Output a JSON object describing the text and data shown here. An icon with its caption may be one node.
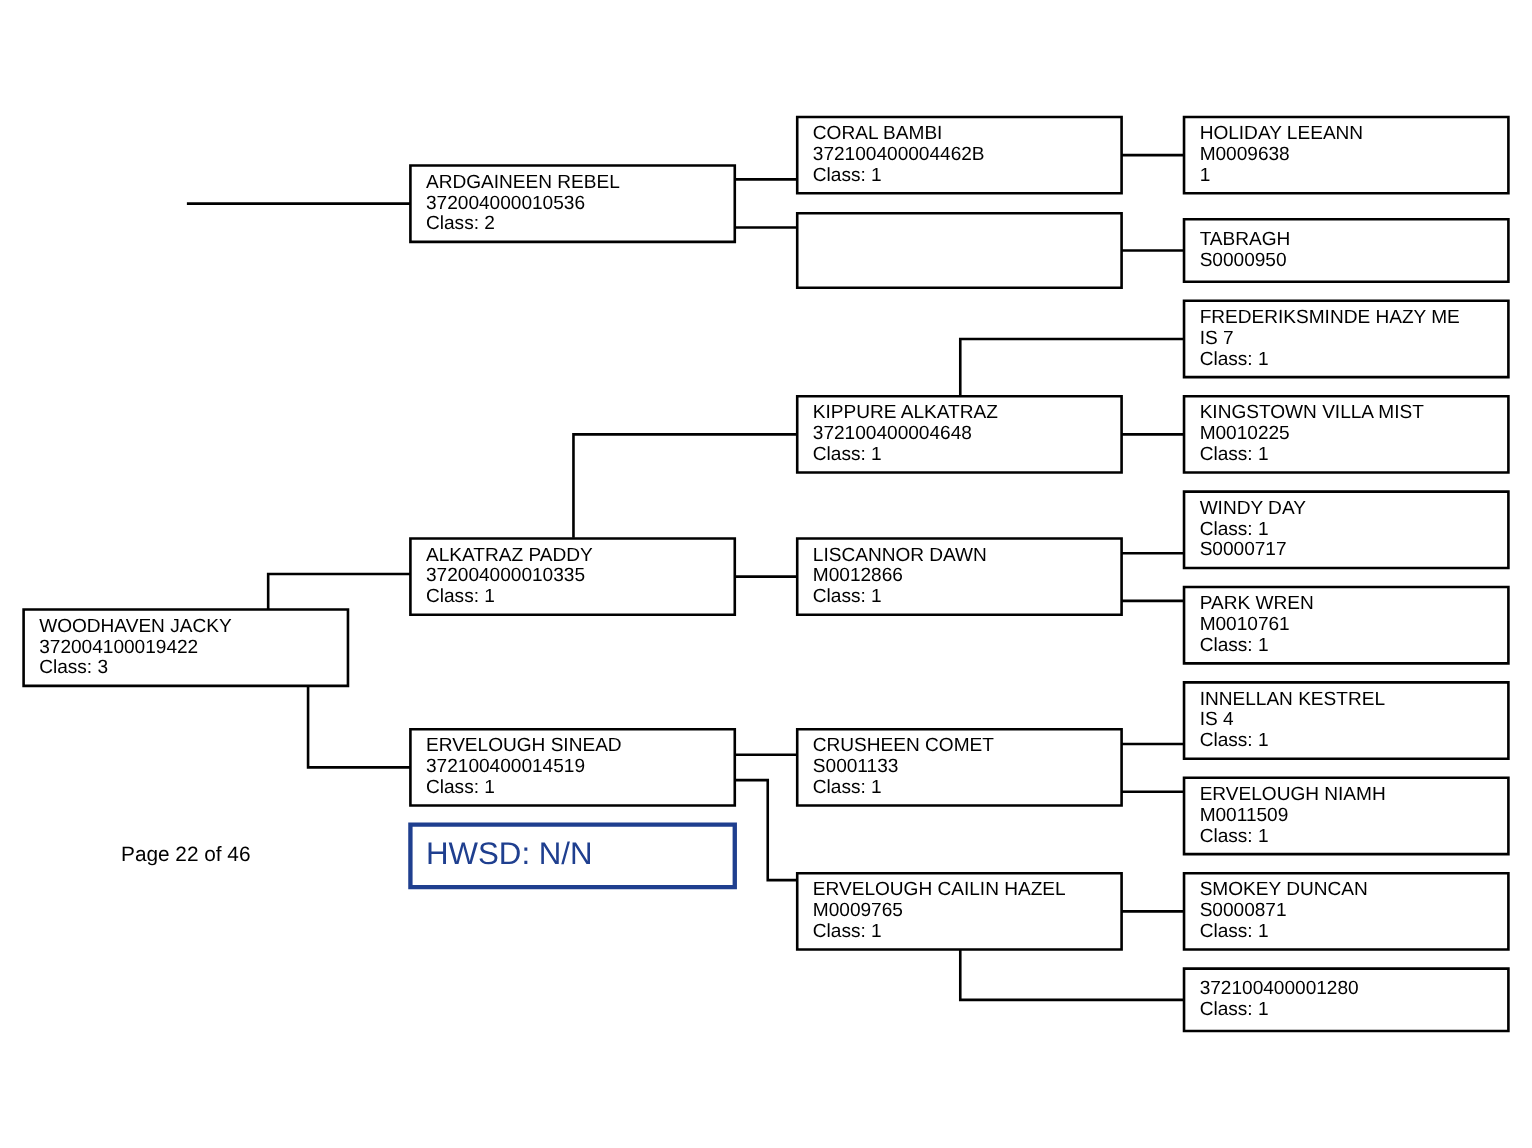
{
  "diagram": {
    "nodes": [
      {
        "text": [
          "HWSD: N/N"
        ]
      },
      {
        "text": [
          "WOODHAVEN JACKY",
          "372004100019422",
          "Class: 3"
        ]
      },
      {
        "text": [
          "ALKATRAZ PADDY",
          "372004000010335",
          "Class: 1"
        ]
      },
      {
        "text": [
          "KIPPURE ALKATRAZ",
          "372100400004648",
          "Class: 1"
        ]
      },
      {
        "text": [
          "FREDERIKSMINDE HAZY ME",
          "IS 7",
          "Class: 1"
        ]
      },
      {
        "text": [
          "KINGSTOWN VILLA MIST",
          "M0010225",
          "Class: 1"
        ]
      },
      {
        "text": [
          "LISCANNOR DAWN",
          "M0012866",
          "Class: 1"
        ]
      },
      {
        "text": [
          "WINDY DAY",
          "Class: 1",
          "S0000717"
        ]
      },
      {
        "text": [
          "PARK WREN",
          "M0010761",
          "Class: 1"
        ]
      },
      {
        "text": [
          "ERVELOUGH SINEAD",
          "372100400014519",
          "Class: 1"
        ]
      },
      {
        "text": [
          "CRUSHEEN COMET",
          "S0001133",
          "Class: 1"
        ]
      },
      {
        "text": [
          "INNELLAN KESTREL",
          "IS 4",
          "Class: 1"
        ]
      },
      {
        "text": [
          "ERVELOUGH NIAMH",
          "M0011509",
          "Class: 1"
        ]
      },
      {
        "text": [
          "ERVELOUGH CAILIN HAZEL",
          "M0009765",
          "Class: 1"
        ]
      },
      {
        "text": [
          "SMOKEY DUNCAN",
          "S0000871",
          "Class: 1"
        ]
      },
      {
        "text": [
          "372100400001280",
          "Class: 1"
        ]
      },
      {
        "text": [
          "ARDGAINEEN REBEL",
          "372004000010536",
          "Class: 2"
        ]
      },
      {
        "text": [
          "CORAL BAMBI",
          "372100400004462B",
          "Class: 1"
        ]
      },
      {
        "text": [
          "HOLIDAY LEEANN",
          "M0009638",
          "1"
        ]
      },
      {
        "text": [],
        "shape": "box"
      },
      {
        "text": [
          "TABRAGH",
          "S0000950"
        ]
      }
    ],
    "edges": [
      {
        "from": 1,
        "to": 2,
        "arrow": "none"
      },
      {
        "from": 1,
        "to": 9,
        "arrow": "none"
      },
      {
        "from": 2,
        "to": 3,
        "arrow": "none"
      },
      {
        "from": 2,
        "to": 6,
        "arrow": "none"
      },
      {
        "from": 3,
        "to": 4,
        "arrow": "none"
      },
      {
        "from": 3,
        "to": 5,
        "arrow": "none"
      },
      {
        "from": 6,
        "to": 7,
        "arrow": "none"
      },
      {
        "from": 6,
        "to": 8,
        "arrow": "none"
      },
      {
        "from": 9,
        "to": 10,
        "arrow": "none"
      },
      {
        "from": 9,
        "to": 13,
        "arrow": "none"
      },
      {
        "from": 10,
        "to": 11,
        "arrow": "none"
      },
      {
        "from": 10,
        "to": 12,
        "arrow": "none"
      },
      {
        "from": 13,
        "to": 14,
        "arrow": "none"
      },
      {
        "from": 13,
        "to": 15,
        "arrow": "none"
      },
      {
        "from": null,
        "to": 16,
        "arrow": "none"
      },
      {
        "from": 16,
        "to": 17,
        "arrow": "none"
      },
      {
        "from": 16,
        "to": 19,
        "arrow": "none"
      },
      {
        "from": 17,
        "to": 18,
        "arrow": "none"
      },
      {
        "from": 19,
        "to": 20,
        "arrow": "none"
      }
    ],
    "labels": [
      "Page 22 of 46"
    ]
  }
}
